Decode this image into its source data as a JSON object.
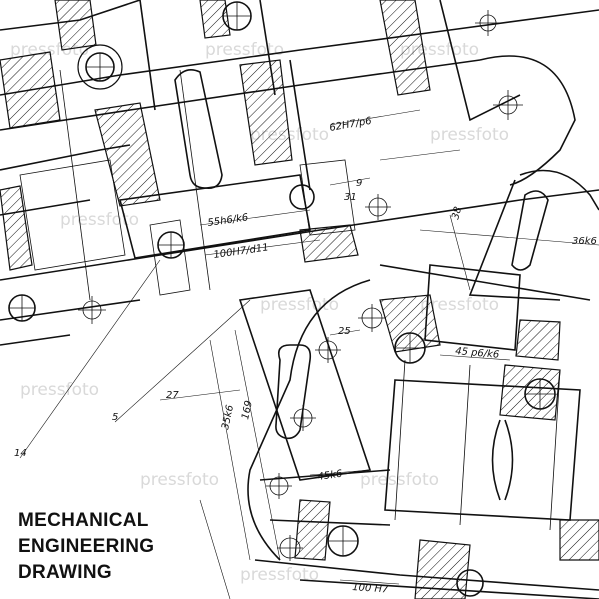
{
  "title": {
    "line1": "MECHANICAL",
    "line2": "ENGINEERING",
    "line3": "DRAWING"
  },
  "dimensions": [
    "62H7/p6",
    "9",
    "31",
    "55h6/k6",
    "100H7/d11",
    "38",
    "36k6",
    "25",
    "45 p6/k6",
    "27",
    "5",
    "14",
    "35k6",
    "169",
    "45k6",
    "100 H7"
  ],
  "watermark": "pressfoto"
}
